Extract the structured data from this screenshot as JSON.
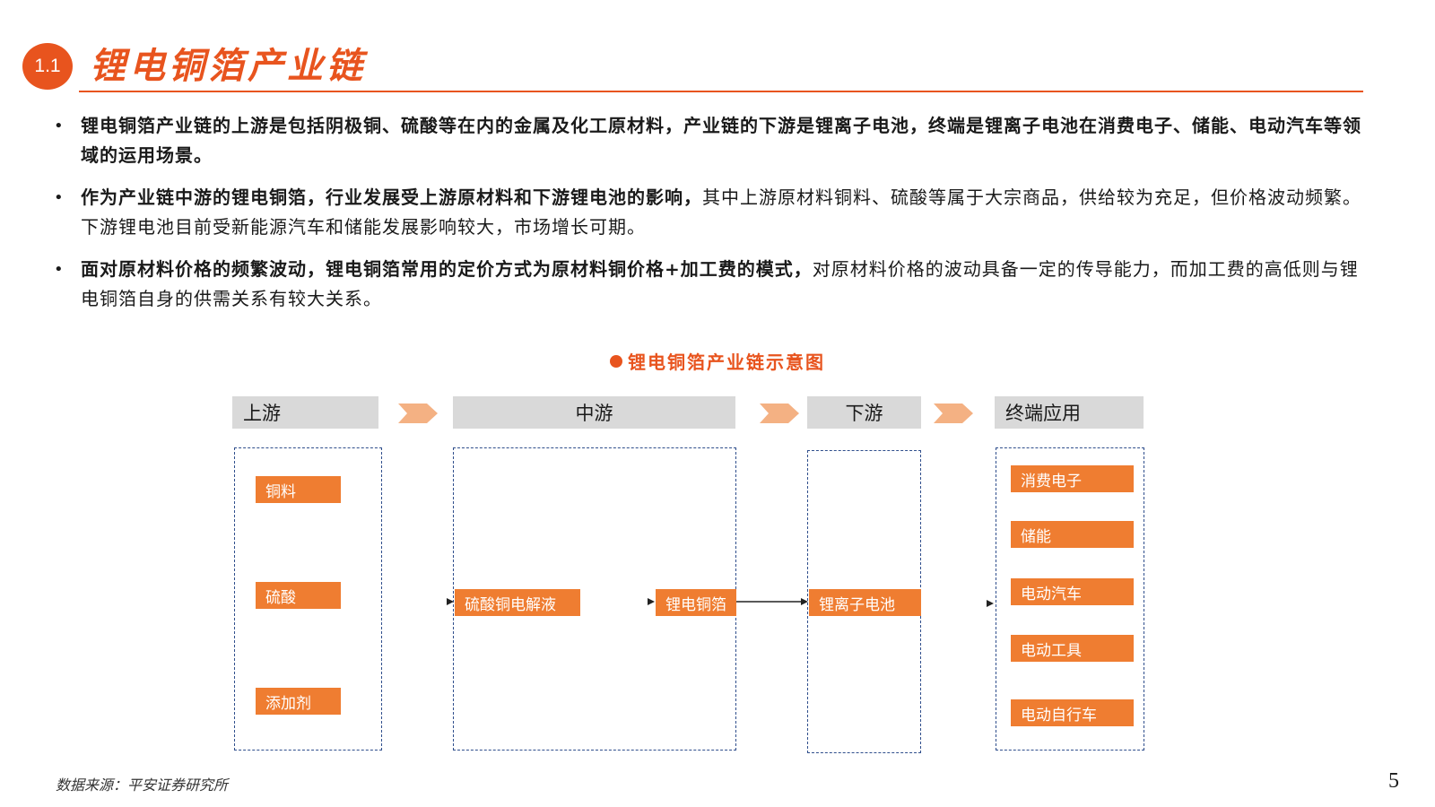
{
  "header": {
    "section_number": "1.1",
    "title": "锂电铜箔产业链"
  },
  "bullets": [
    {
      "bold": "锂电铜箔产业链的上游是包括阴极铜、硫酸等在内的金属及化工原材料，产业链的下游是锂离子电池，终端是锂离子电池在消费电子、储能、电动汽车等领域的运用场景。",
      "normal": ""
    },
    {
      "bold": "作为产业链中游的锂电铜箔，行业发展受上游原材料和下游锂电池的影响，",
      "normal": "其中上游原材料铜料、硫酸等属于大宗商品，供给较为充足，但价格波动频繁。下游锂电池目前受新能源汽车和储能发展影响较大，市场增长可期。"
    },
    {
      "bold": "面对原材料价格的频繁波动，锂电铜箔常用的定价方式为原材料铜价格+加工费的模式，",
      "normal": "对原材料价格的波动具备一定的传导能力，而加工费的高低则与锂电铜箔自身的供需关系有较大关系。"
    }
  ],
  "figure": {
    "title": "锂电铜箔产业链示意图",
    "stages": {
      "upstream": "上游",
      "midstream": "中游",
      "downstream": "下游",
      "terminal": "终端应用"
    },
    "upstream_items": [
      "铜料",
      "硫酸",
      "添加剂"
    ],
    "midstream_items": [
      "硫酸铜电解液",
      "锂电铜箔"
    ],
    "downstream_items": [
      "锂离子电池"
    ],
    "terminal_items": [
      "消费电子",
      "储能",
      "电动汽车",
      "电动工具",
      "电动自行车"
    ],
    "colors": {
      "accent": "#e8541e",
      "tag": "#ef7d31",
      "chevron": "#f4b183",
      "header_bg": "#d9d9d9",
      "dashed_border": "#2f4e8c"
    }
  },
  "footer": {
    "source": "数据来源：平安证券研究所",
    "page": "5"
  }
}
